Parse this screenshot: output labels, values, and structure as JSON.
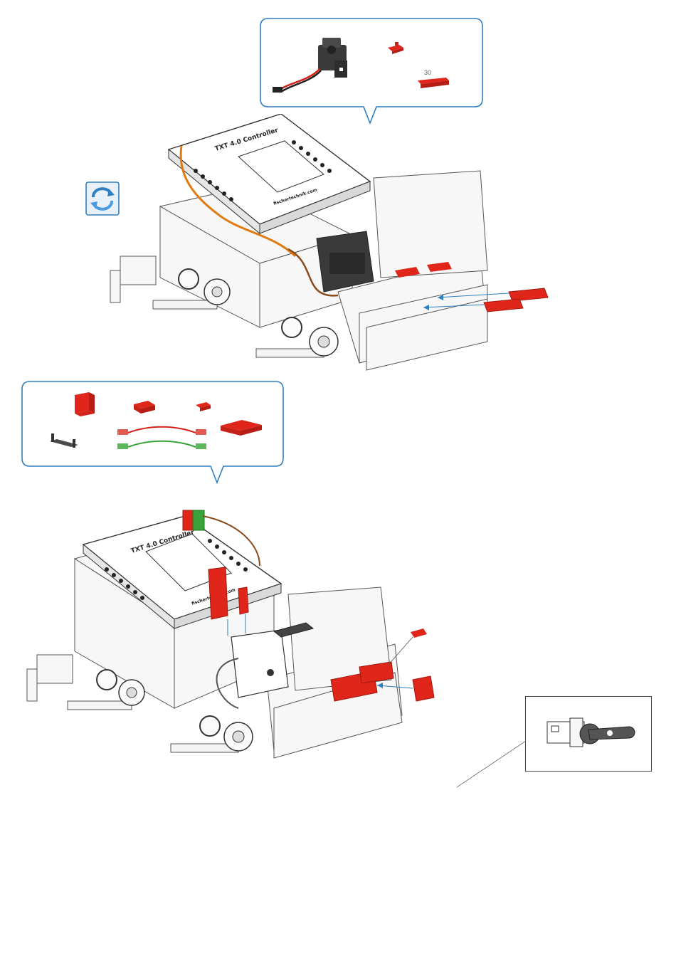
{
  "parts_callout_1": {
    "length_label": "30"
  },
  "controller": {
    "title": "TXT 4.0 Controller",
    "url": "fischertechnik.com"
  },
  "colors": {
    "callout_border": "#2f7fc1",
    "part_red": "#e0261b",
    "part_dark": "#3a3a3a",
    "cable_red": "#d2231b",
    "cable_green": "#3aa23a",
    "arrow_blue": "#2f7fc1"
  },
  "icons": {
    "rotate": "rotate-model-icon"
  }
}
